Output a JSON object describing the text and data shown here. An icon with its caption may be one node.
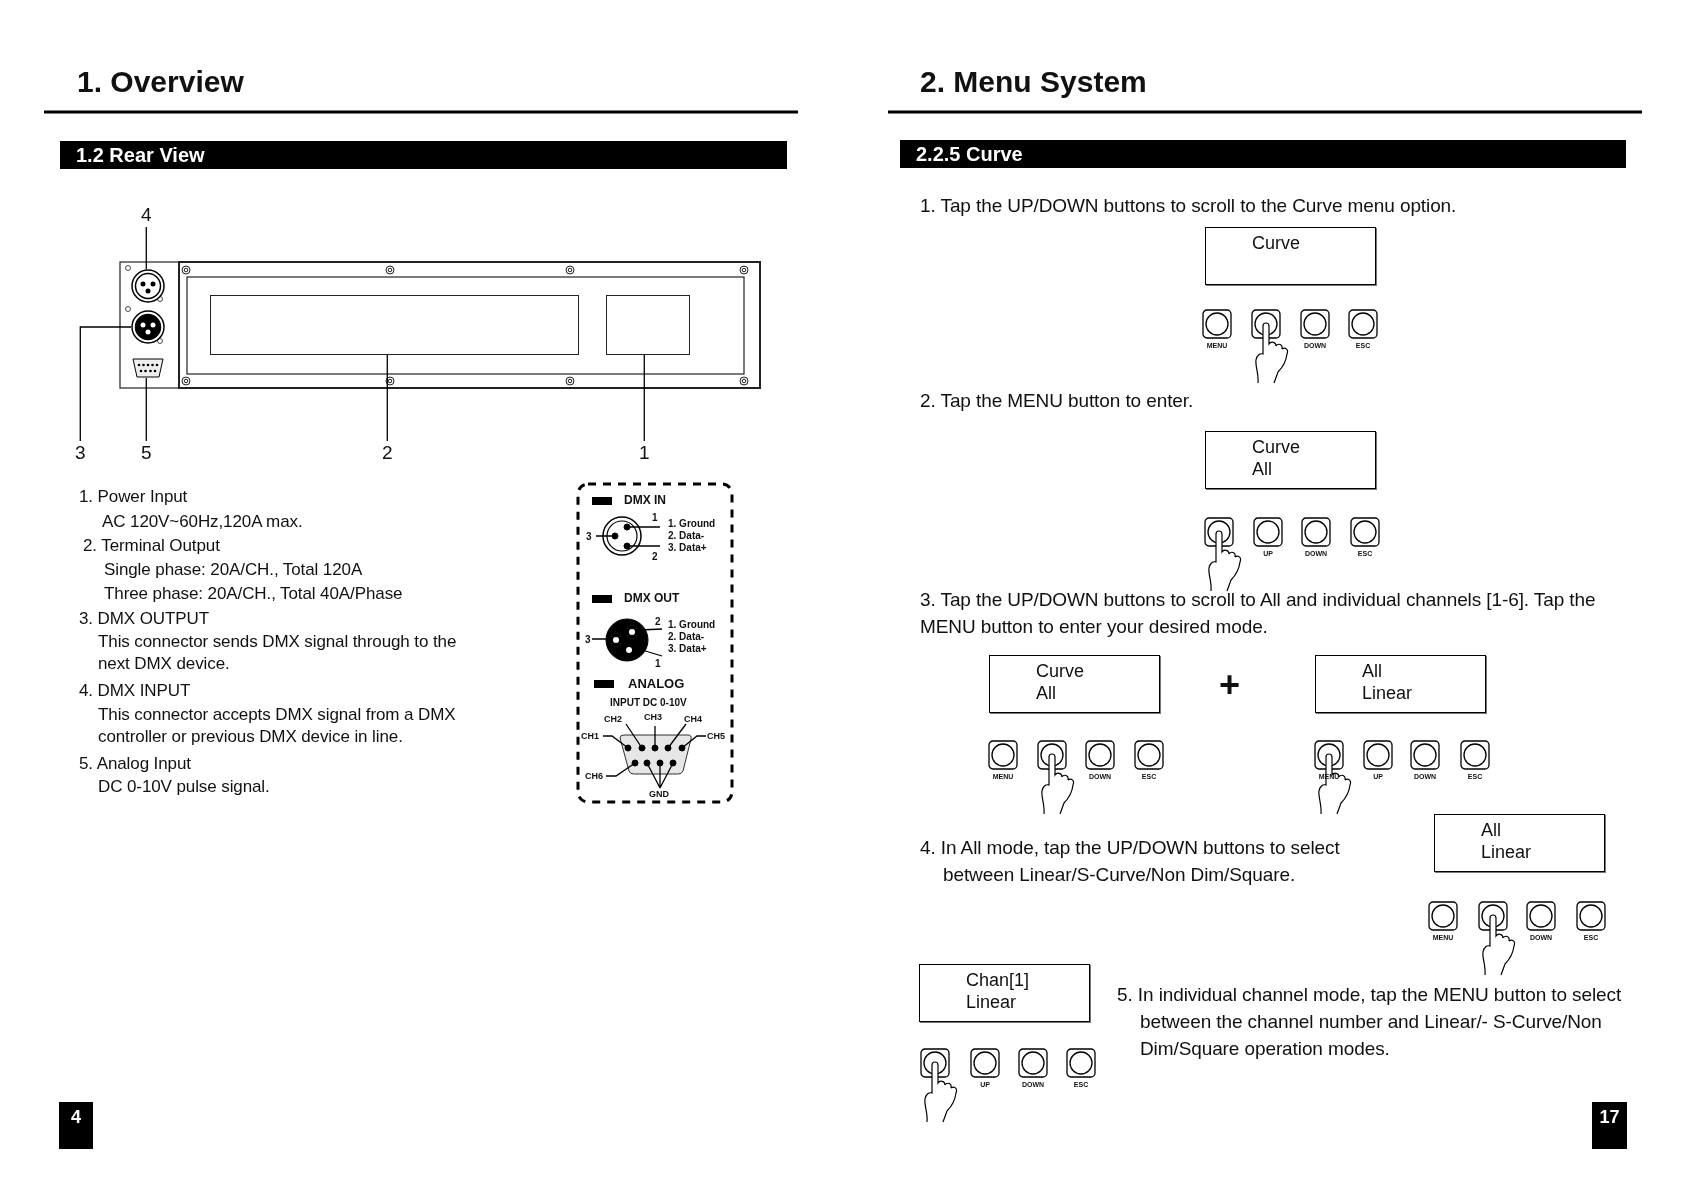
{
  "diagram": {
    "nodes": [
      {
        "text": [
          "4"
        ]
      },
      {
        "text": [],
        "shape": "circle"
      },
      {
        "text": [],
        "shape": "circle"
      },
      {
        "text": [],
        "shape": "box"
      },
      {
        "text": [],
        "shape": "box"
      },
      {
        "text": [],
        "shape": "box"
      },
      {
        "text": [
          "3"
        ]
      },
      {
        "text": [
          "5"
        ]
      },
      {
        "text": [
          "2"
        ]
      },
      {
        "text": [
          "1"
        ]
      },
      {
        "text": [
          "Curve"
        ]
      },
      {
        "text": [
          "Curve",
          "All"
        ]
      },
      {
        "text": [
          "Curve",
          "All"
        ]
      },
      {
        "text": [
          "All",
          "Linear"
        ]
      },
      {
        "text": [
          "All",
          "Linear"
        ]
      },
      {
        "text": [
          "Chan[1]",
          "Linear"
        ]
      }
    ],
    "edges": [
      {
        "from": 0,
        "to": 1,
        "arrow": "none"
      },
      {
        "from": 6,
        "to": 2,
        "arrow": "none"
      },
      {
        "from": 7,
        "to": 3,
        "arrow": "none"
      },
      {
        "from": 8,
        "to": 4,
        "arrow": "none"
      },
      {
        "from": 9,
        "to": 5,
        "arrow": "none"
      }
    ],
    "labels": [
      "1. Overview",
      "1.2 Rear View",
      "1. Power Input",
      "AC 120V~60Hz,120A max.",
      "2. Terminal Output",
      "Single phase: 20A/CH., Total 120A",
      "Three phase: 20A/CH., Total 40A/Phase",
      "3. DMX OUTPUT",
      "This connector sends DMX signal through to the next DMX device.",
      "4. DMX INPUT",
      "This connector accepts DMX signal from a DMX controller or previous DMX device in line.",
      "5. Analog Input",
      "DC 0-10V pulse signal.",
      "DMX IN",
      "1",
      "3",
      "2",
      "1. Ground",
      "2. Data-",
      "3. Data+",
      "DMX OUT",
      "2",
      "3",
      "1",
      "1. Ground",
      "2. Data-",
      "3. Data+",
      "ANALOG",
      "INPUT DC 0-10V",
      "CH1",
      "CH2",
      "CH3",
      "CH4",
      "CH5",
      "CH6",
      "GND",
      "4",
      "2. Menu System",
      "2.2.5 Curve",
      "1. Tap the UP/DOWN buttons to scroll to the Curve menu option.",
      "MENU",
      "DOWN",
      "ESC",
      "2. Tap the MENU button to enter.",
      "UP",
      "DOWN",
      "ESC",
      "3. Tap the UP/DOWN buttons to scroll to All and individual channels [1-6]. Tap the MENU button to enter your desired mode.",
      "+",
      "MENU",
      "DOWN",
      "ESC",
      "MENU",
      "UP",
      "DOWN",
      "ESC",
      "4. In All mode, tap the UP/DOWN buttons to select between Linear/S-Curve/Non Dim/Square.",
      "MENU",
      "DOWN",
      "ESC",
      "5. In individual channel mode, tap the MENU button to select between the channel number and Linear/- S-Curve/Non Dim/Square operation modes.",
      "UP",
      "DOWN",
      "ESC",
      "17"
    ]
  }
}
